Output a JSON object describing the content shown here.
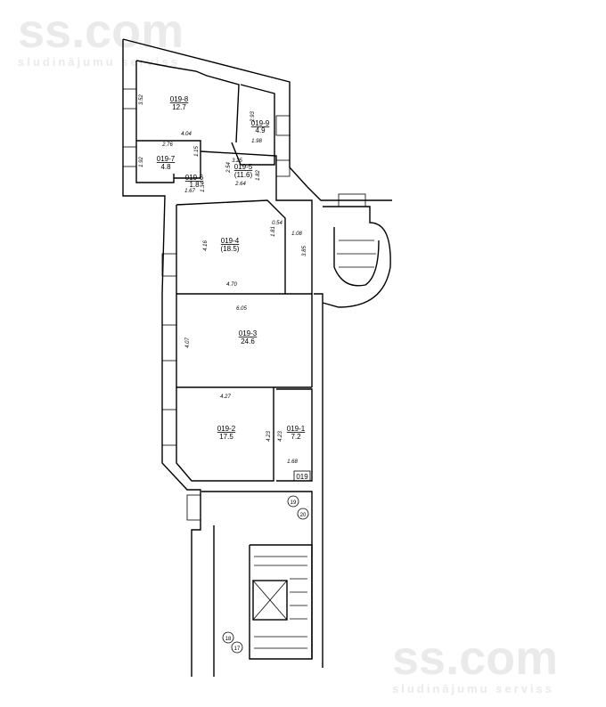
{
  "watermark": {
    "brand": "ss.com",
    "tagline": "sludinājumu serviss"
  },
  "rooms": [
    {
      "id": "019-8",
      "area": "12.7"
    },
    {
      "id": "019-9",
      "area": "4.9"
    },
    {
      "id": "019-7",
      "area": "4.8"
    },
    {
      "id": "019-6",
      "area": "1.8"
    },
    {
      "id": "019-5",
      "area": "(11.6)"
    },
    {
      "id": "019-4",
      "area": "(18.5)"
    },
    {
      "id": "019-3",
      "area": "24.6"
    },
    {
      "id": "019-2",
      "area": "17.5"
    },
    {
      "id": "019-1",
      "area": "7.2"
    }
  ],
  "dimensions": [
    "3.52",
    "4.04",
    "2.93",
    "1.98",
    "2.76",
    "1.92",
    "1.15",
    "2.54",
    "3.25",
    "1.82",
    "2.64",
    "1.67",
    "1.34",
    "4.16",
    "1.81",
    "0.54",
    "1.08",
    "3.85",
    "4.70",
    "6.05",
    "4.07",
    "4.27",
    "4.23",
    "4.23",
    "1.68"
  ],
  "markers": {
    "apartment": "019",
    "m19": "19",
    "m20": "20",
    "m18": "18",
    "m17": "17"
  }
}
